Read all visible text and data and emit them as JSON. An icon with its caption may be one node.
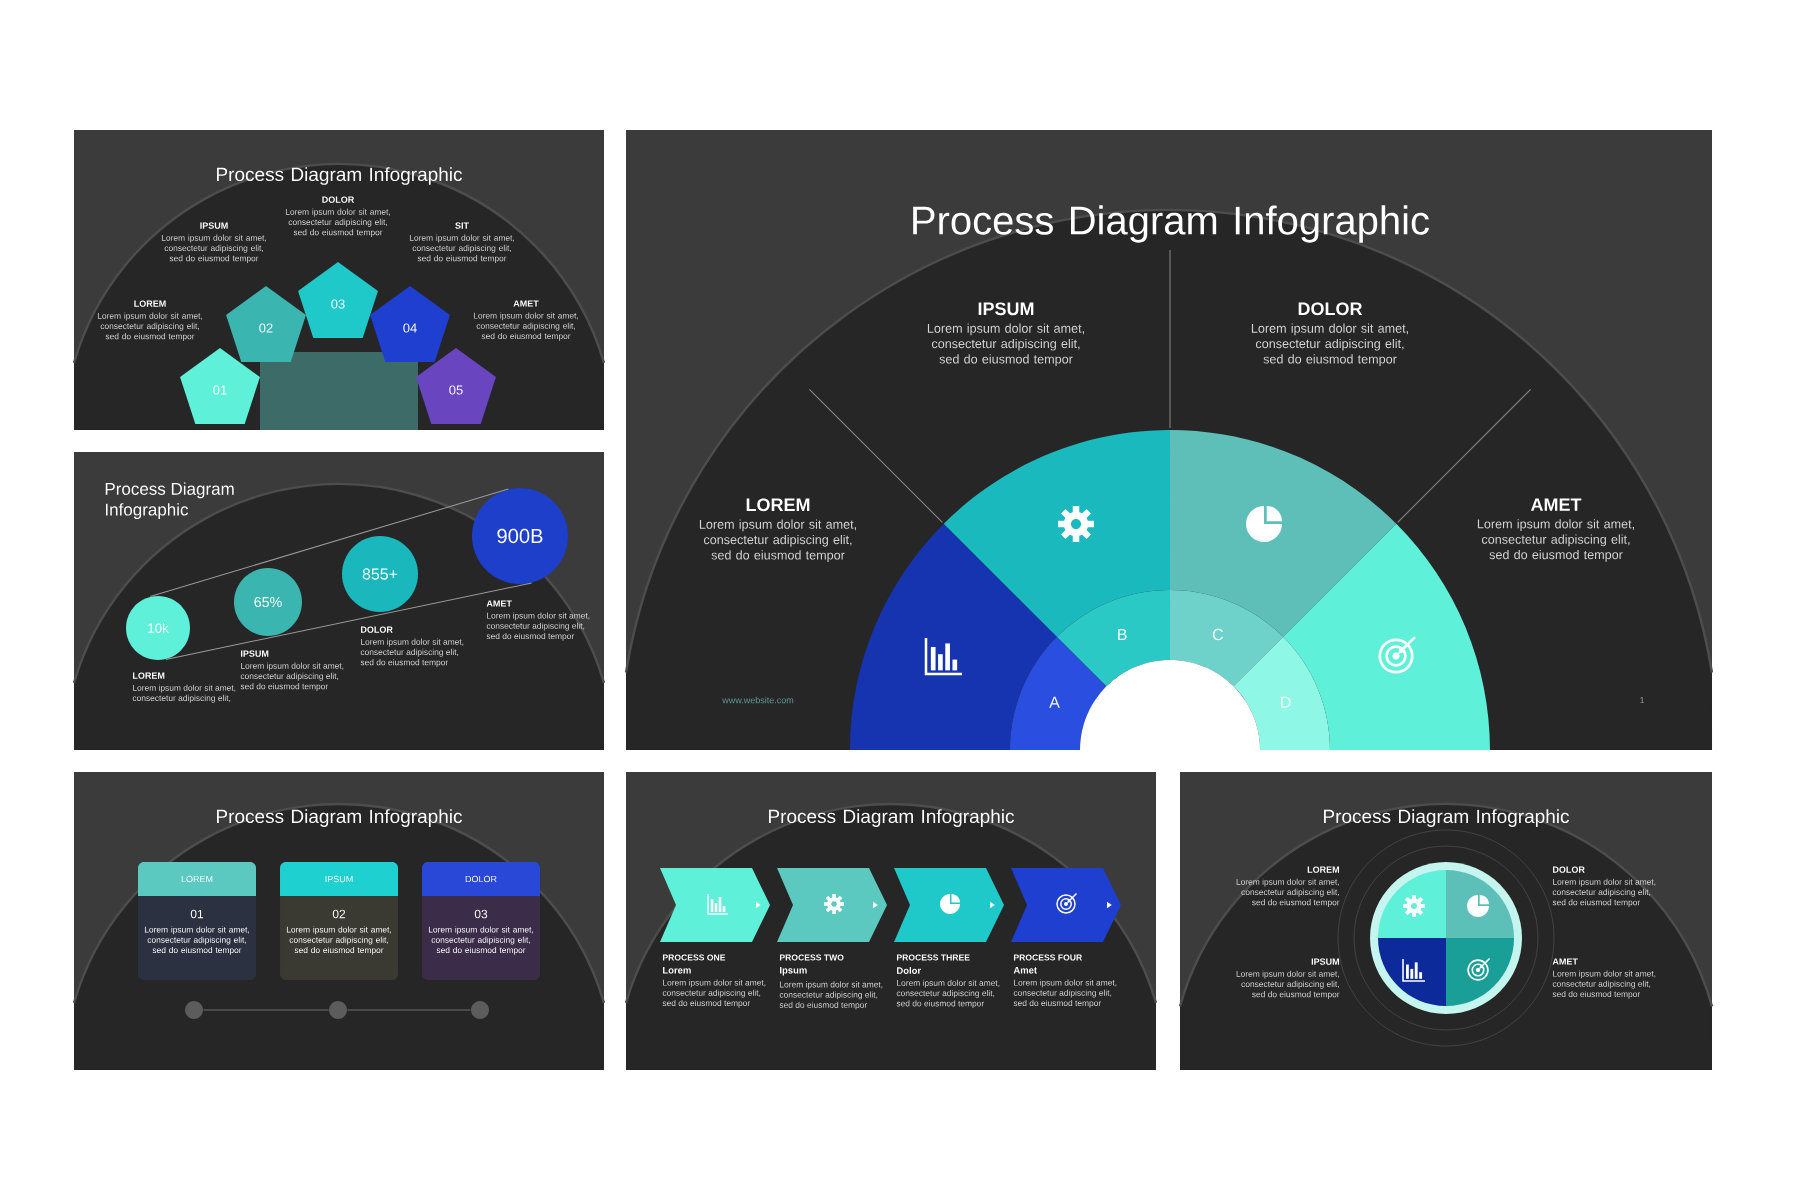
{
  "diagram": {
    "nodes": [
      {
        "text": [
          "Process Diagram Infographic"
        ]
      },
      {
        "text": [
          "01"
        ],
        "in": 0,
        "beside": [
          "LOREM",
          "Lorem ipsum dolor sit amet, consectetur adipiscing elit, sed do eiusmod tempor"
        ]
      },
      {
        "text": [
          "02"
        ],
        "in": 0,
        "beside": [
          "IPSUM",
          "Lorem ipsum dolor sit amet, consectetur adipiscing elit, sed do eiusmod tempor"
        ]
      },
      {
        "text": [
          "03"
        ],
        "in": 0,
        "beside": [
          "DOLOR",
          "Lorem ipsum dolor sit amet, consectetur adipiscing elit, sed do eiusmod tempor"
        ]
      },
      {
        "text": [
          "04"
        ],
        "in": 0,
        "beside": [
          "SIT",
          "Lorem ipsum dolor sit amet, consectetur adipiscing elit, sed do eiusmod tempor"
        ]
      },
      {
        "text": [
          "05"
        ],
        "in": 0,
        "beside": [
          "AMET",
          "Lorem ipsum dolor sit amet, consectetur adipiscing elit, sed do eiusmod tempor"
        ]
      },
      {
        "text": [
          "Process Diagram Infographic"
        ]
      },
      {
        "text": [],
        "shape": "sector",
        "in": 6,
        "beside": [
          "LOREM",
          "Lorem ipsum dolor sit amet, consectetur adipiscing elit, sed do eiusmod tempor"
        ]
      },
      {
        "text": [],
        "shape": "sector",
        "in": 6,
        "beside": [
          "IPSUM",
          "Lorem ipsum dolor sit amet, consectetur adipiscing elit, sed do eiusmod tempor"
        ]
      },
      {
        "text": [],
        "shape": "sector",
        "in": 6,
        "beside": [
          "DOLOR",
          "Lorem ipsum dolor sit amet, consectetur adipiscing elit, sed do eiusmod tempor"
        ]
      },
      {
        "text": [],
        "shape": "sector",
        "in": 6,
        "beside": [
          "AMET",
          "Lorem ipsum dolor sit amet, consectetur adipiscing elit, sed do eiusmod tempor"
        ]
      },
      {
        "text": [
          "A"
        ],
        "in": 6
      },
      {
        "text": [
          "B"
        ],
        "in": 6
      },
      {
        "text": [
          "C"
        ],
        "in": 6
      },
      {
        "text": [
          "D"
        ],
        "in": 6
      },
      {
        "text": [
          "Process Diagram Infographic"
        ]
      },
      {
        "text": [
          "10k"
        ],
        "in": 15,
        "beside": [
          "LOREM",
          "Lorem ipsum dolor sit amet, consectetur adipiscing elit,"
        ]
      },
      {
        "text": [
          "65%"
        ],
        "in": 15,
        "beside": [
          "IPSUM",
          "Lorem ipsum dolor sit amet, consectetur adipiscing elit, sed do eiusmod tempor"
        ]
      },
      {
        "text": [
          "855+"
        ],
        "in": 15,
        "beside": [
          "DOLOR",
          "Lorem ipsum dolor sit amet, consectetur adipiscing elit, sed do eiusmod tempor"
        ]
      },
      {
        "text": [
          "900B"
        ],
        "in": 15,
        "beside": [
          "AMET",
          "Lorem ipsum dolor sit amet, consectetur adipiscing elit, sed do eiusmod tempor"
        ]
      },
      {
        "text": [
          "Process Diagram Infographic"
        ]
      },
      {
        "text": [
          "LOREM",
          "01",
          "Lorem ipsum dolor sit amet, consectetur adipiscing elit, sed do eiusmod tempor"
        ],
        "in": 20
      },
      {
        "text": [
          "IPSUM",
          "02",
          "Lorem ipsum dolor sit amet, consectetur adipiscing elit, sed do eiusmod tempor"
        ],
        "in": 20
      },
      {
        "text": [
          "DOLOR",
          "03",
          "Lorem ipsum dolor sit amet, consectetur adipiscing elit, sed do eiusmod tempor"
        ],
        "in": 20
      },
      {
        "text": [],
        "shape": "circle",
        "in": 20
      },
      {
        "text": [],
        "shape": "circle",
        "in": 20
      },
      {
        "text": [],
        "shape": "circle",
        "in": 20
      },
      {
        "text": [
          "Process Diagram Infographic"
        ]
      },
      {
        "text": [],
        "shape": "chevron",
        "in": 27,
        "beside": [
          "PROCESS ONE",
          "Lorem",
          "Lorem ipsum dolor sit amet, consectetur adipiscing elit, sed do eiusmod tempor"
        ]
      },
      {
        "text": [],
        "shape": "chevron",
        "in": 27,
        "beside": [
          "PROCESS TWO",
          "Ipsum",
          "Lorem ipsum dolor sit amet, consectetur adipiscing elit, sed do eiusmod tempor"
        ]
      },
      {
        "text": [],
        "shape": "chevron",
        "in": 27,
        "beside": [
          "PROCESS THREE",
          "Dolor",
          "Lorem ipsum dolor sit amet, consectetur adipiscing elit, sed do eiusmod tempor"
        ]
      },
      {
        "text": [],
        "shape": "chevron",
        "in": 27,
        "beside": [
          "PROCESS FOUR",
          "Amet",
          "Lorem ipsum dolor sit amet, consectetur adipiscing elit, sed do eiusmod tempor"
        ]
      },
      {
        "text": [
          "Process Diagram Infographic"
        ]
      },
      {
        "text": [],
        "shape": "sector",
        "in": 32,
        "beside": [
          "LOREM",
          "Lorem ipsum dolor sit amet, consectetur adipiscing elit, sed do eiusmod tempor"
        ]
      },
      {
        "text": [],
        "shape": "sector",
        "in": 32,
        "beside": [
          "DOLOR",
          "Lorem ipsum dolor sit amet, consectetur adipiscing elit, sed do eiusmod tempor"
        ]
      },
      {
        "text": [],
        "shape": "sector",
        "in": 32,
        "beside": [
          "IPSUM",
          "Lorem ipsum dolor sit amet, consectetur adipiscing elit, sed do eiusmod tempor"
        ]
      },
      {
        "text": [],
        "shape": "sector",
        "in": 32,
        "beside": [
          "AMET",
          "Lorem ipsum dolor sit amet, consectetur adipiscing elit, sed do eiusmod tempor"
        ]
      },
      {
        "text": [],
        "shape": "semicircle",
        "in": 6
      }
    ],
    "edges": [
      {
        "from": 16,
        "to": 19,
        "arrow": "none",
        "color": "#9a9a9a"
      },
      {
        "from": 16,
        "to": 19,
        "arrow": "none",
        "color": "#9a9a9a"
      },
      {
        "from": 24,
        "to": 25,
        "arrow": "none",
        "color": "#4a4a4a"
      },
      {
        "from": 25,
        "to": 26,
        "arrow": "none",
        "color": "#4a4a4a"
      }
    ],
    "labels": [
      "www.website.com",
      "1"
    ]
  }
}
